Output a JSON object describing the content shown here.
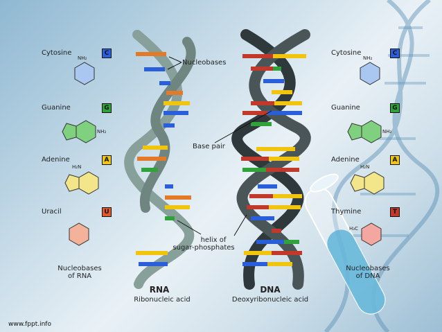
{
  "colors": {
    "cytosine": "#2b5fd9",
    "guanine": "#2fa33a",
    "adenine": "#f1c40f",
    "uracil": "#e25a2a",
    "thymine": "#c0392b",
    "cyto_ring": "#a9c7f0",
    "gua_ring": "#7fd07f",
    "ade_ring": "#f3e68a",
    "ura_ring": "#f3b39a",
    "thy_ring": "#f3a7a0",
    "rna_backbone": "#7b8f8a",
    "dna_backbone": "#3a4346"
  },
  "left": {
    "bases": [
      {
        "name": "Cytosine",
        "letter": "C",
        "formula": "NH₂"
      },
      {
        "name": "Guanine",
        "letter": "G",
        "formula": "NH₂"
      },
      {
        "name": "Adenine",
        "letter": "A",
        "formula": "H₂N"
      },
      {
        "name": "Uracil",
        "letter": "U",
        "formula": ""
      }
    ],
    "caption_line1": "Nucleobases",
    "caption_line2": "of RNA"
  },
  "right": {
    "bases": [
      {
        "name": "Cytosine",
        "letter": "C",
        "formula": "NH₂"
      },
      {
        "name": "Guanine",
        "letter": "G",
        "formula": "NH₂"
      },
      {
        "name": "Adenine",
        "letter": "A",
        "formula": "H₂N"
      },
      {
        "name": "Thymine",
        "letter": "T",
        "formula": "H₃C"
      }
    ],
    "caption_line1": "Nucleobases",
    "caption_line2": "of DNA"
  },
  "annotations": {
    "nucleobases": "Nucleobases",
    "base_pair": "Base pair",
    "helix_line1": "helix of",
    "helix_line2": "sugar-phosphates"
  },
  "rna": {
    "title": "RNA",
    "subtitle": "Ribonucleic acid"
  },
  "dna": {
    "title": "DNA",
    "subtitle": "Deoxyribonucleic acid"
  },
  "footer": "www.fppt.info"
}
